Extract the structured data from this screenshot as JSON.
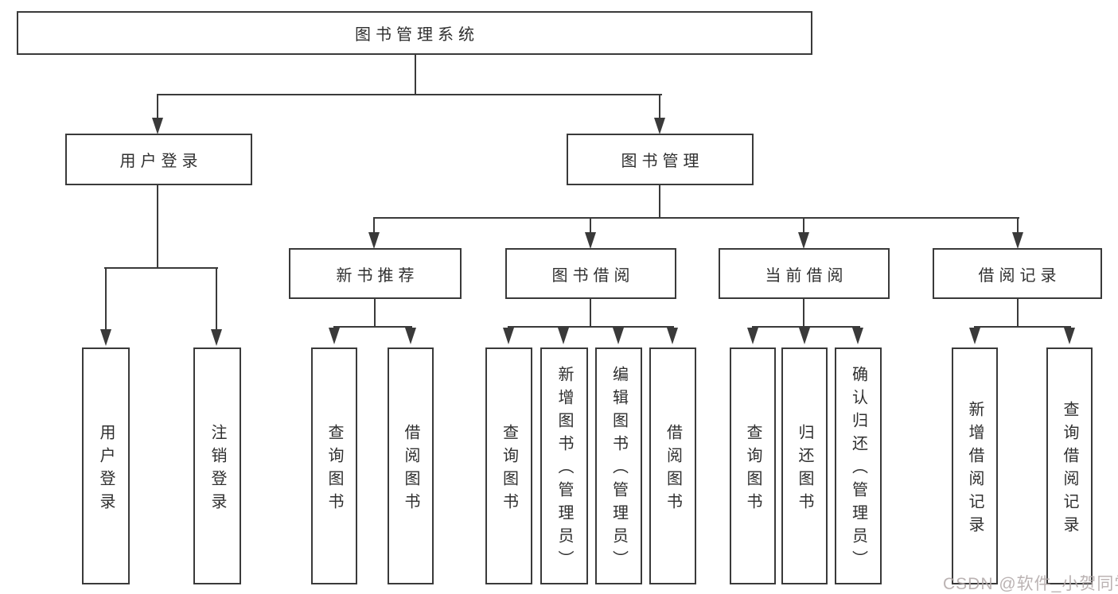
{
  "colors": {
    "line": "#3a3a3a",
    "text": "#2f2f2f",
    "background": "#ffffff",
    "watermark": "#b2a8a8"
  },
  "tree": {
    "root": {
      "label": "图书管理系统"
    },
    "branches": [
      {
        "label": "用户登录",
        "children": [
          "用户登录",
          "注销登录"
        ]
      },
      {
        "label": "图书管理",
        "sections": [
          {
            "label": "新书推荐",
            "children": [
              "查询图书",
              "借阅图书"
            ]
          },
          {
            "label": "图书借阅",
            "children": [
              "查询图书",
              "新增图书（管理员）",
              "编辑图书（管理员）",
              "借阅图书"
            ]
          },
          {
            "label": "当前借阅",
            "children": [
              "查询图书",
              "归还图书",
              "确认归还（管理员）"
            ]
          },
          {
            "label": "借阅记录",
            "children": [
              "新增借阅记录",
              "查询借阅记录"
            ]
          }
        ]
      }
    ]
  },
  "watermark": {
    "text": "CSDN @软件_小贺同学"
  }
}
